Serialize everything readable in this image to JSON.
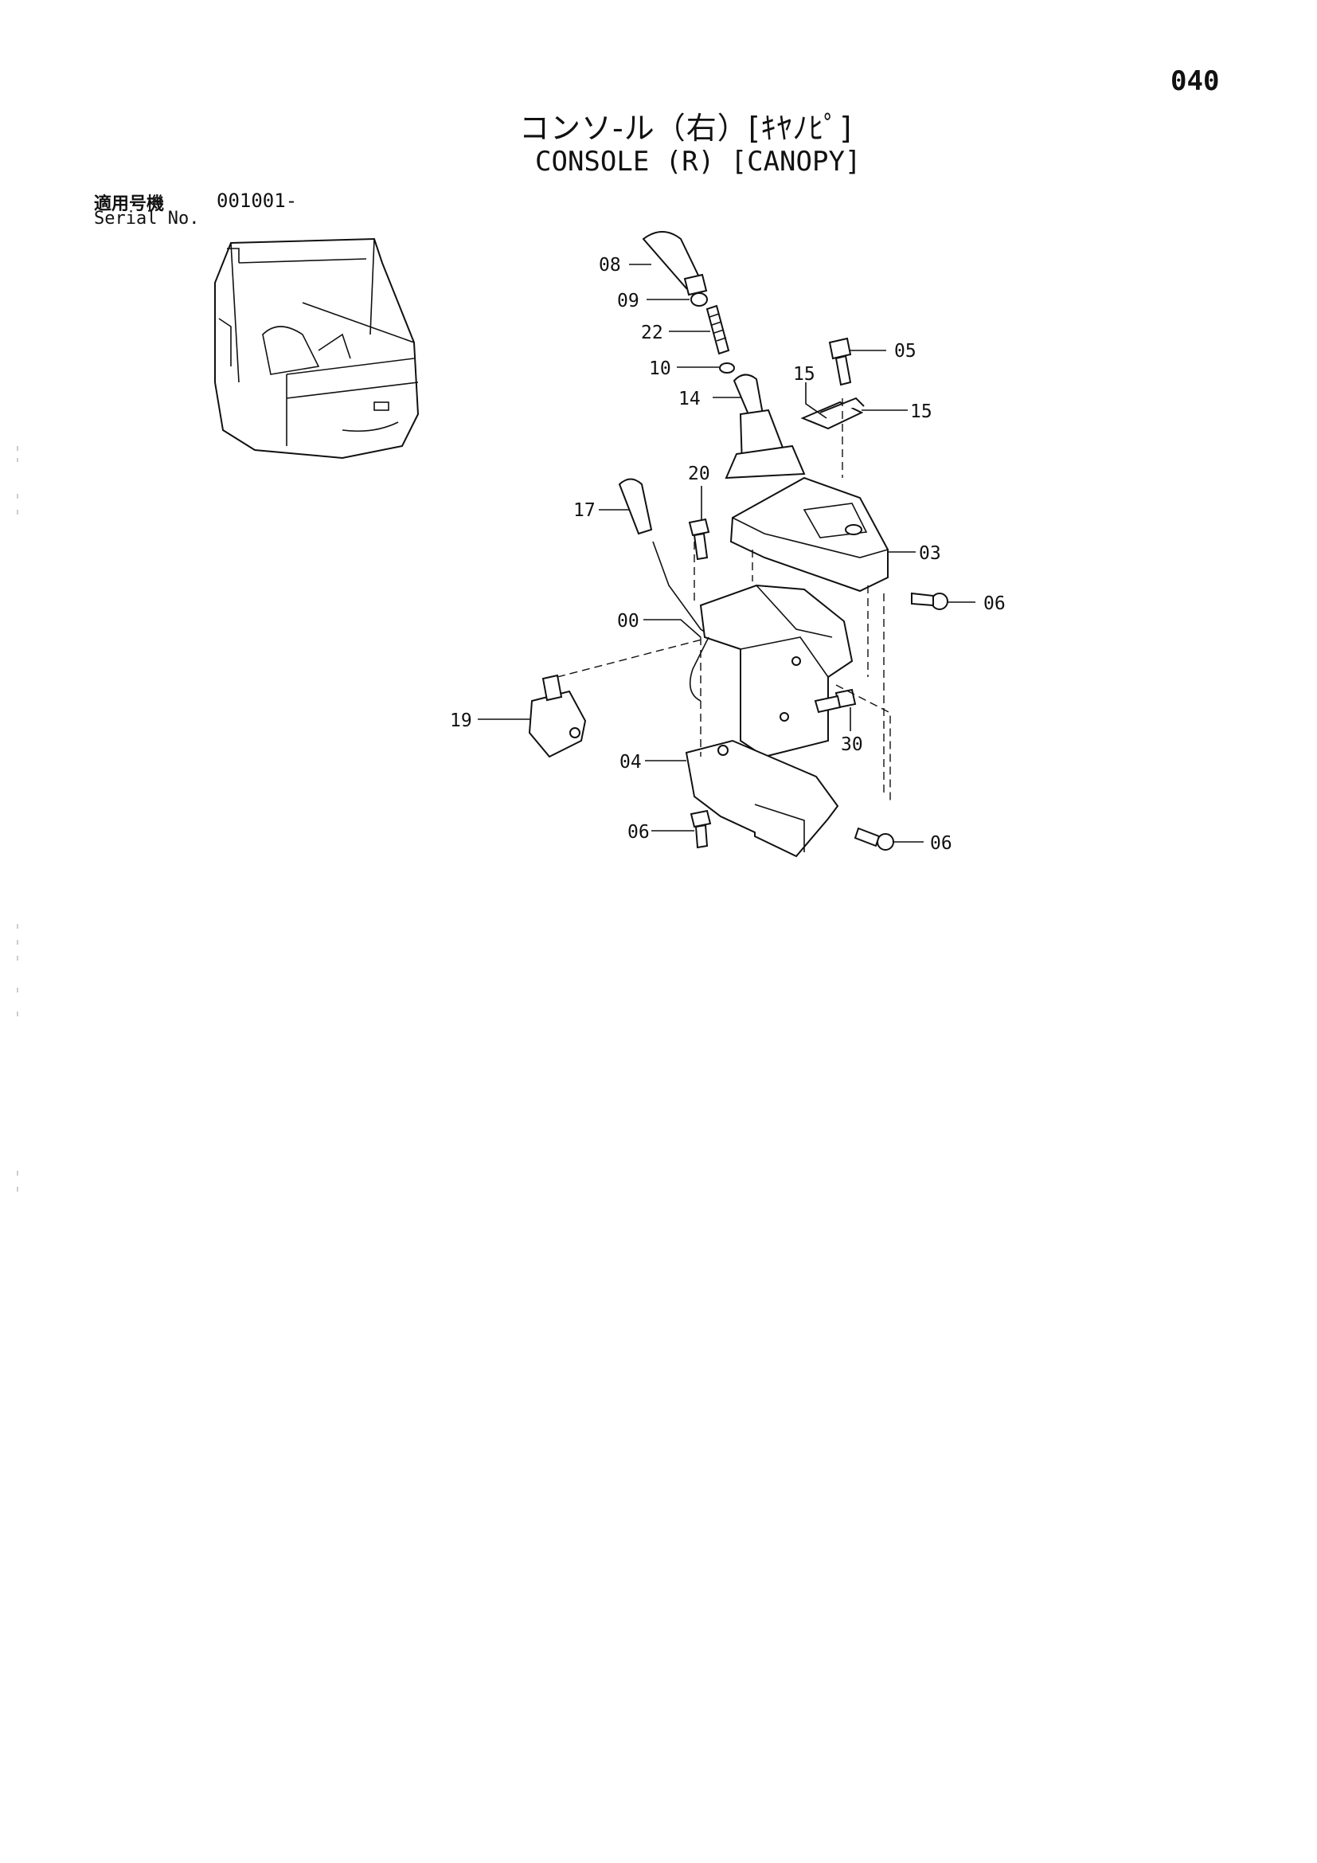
{
  "page_number": "040",
  "title_jp": "コンソ-ル（右）[ｷﾔﾉﾋﾟ]",
  "title_en": "CONSOLE (R) [CANOPY]",
  "serial": {
    "label_jp": "適用号機",
    "label_en": "Serial No.",
    "value": "001001-"
  },
  "callouts": {
    "p08": "08",
    "p09": "09",
    "p22": "22",
    "p10": "10",
    "p14": "14",
    "p05": "05",
    "p15a": "15",
    "p15b": "15",
    "p20": "20",
    "p17": "17",
    "p03": "03",
    "p06a": "06",
    "p00": "00",
    "p19": "19",
    "p30": "30",
    "p04": "04",
    "p06b": "06",
    "p06c": "06"
  }
}
